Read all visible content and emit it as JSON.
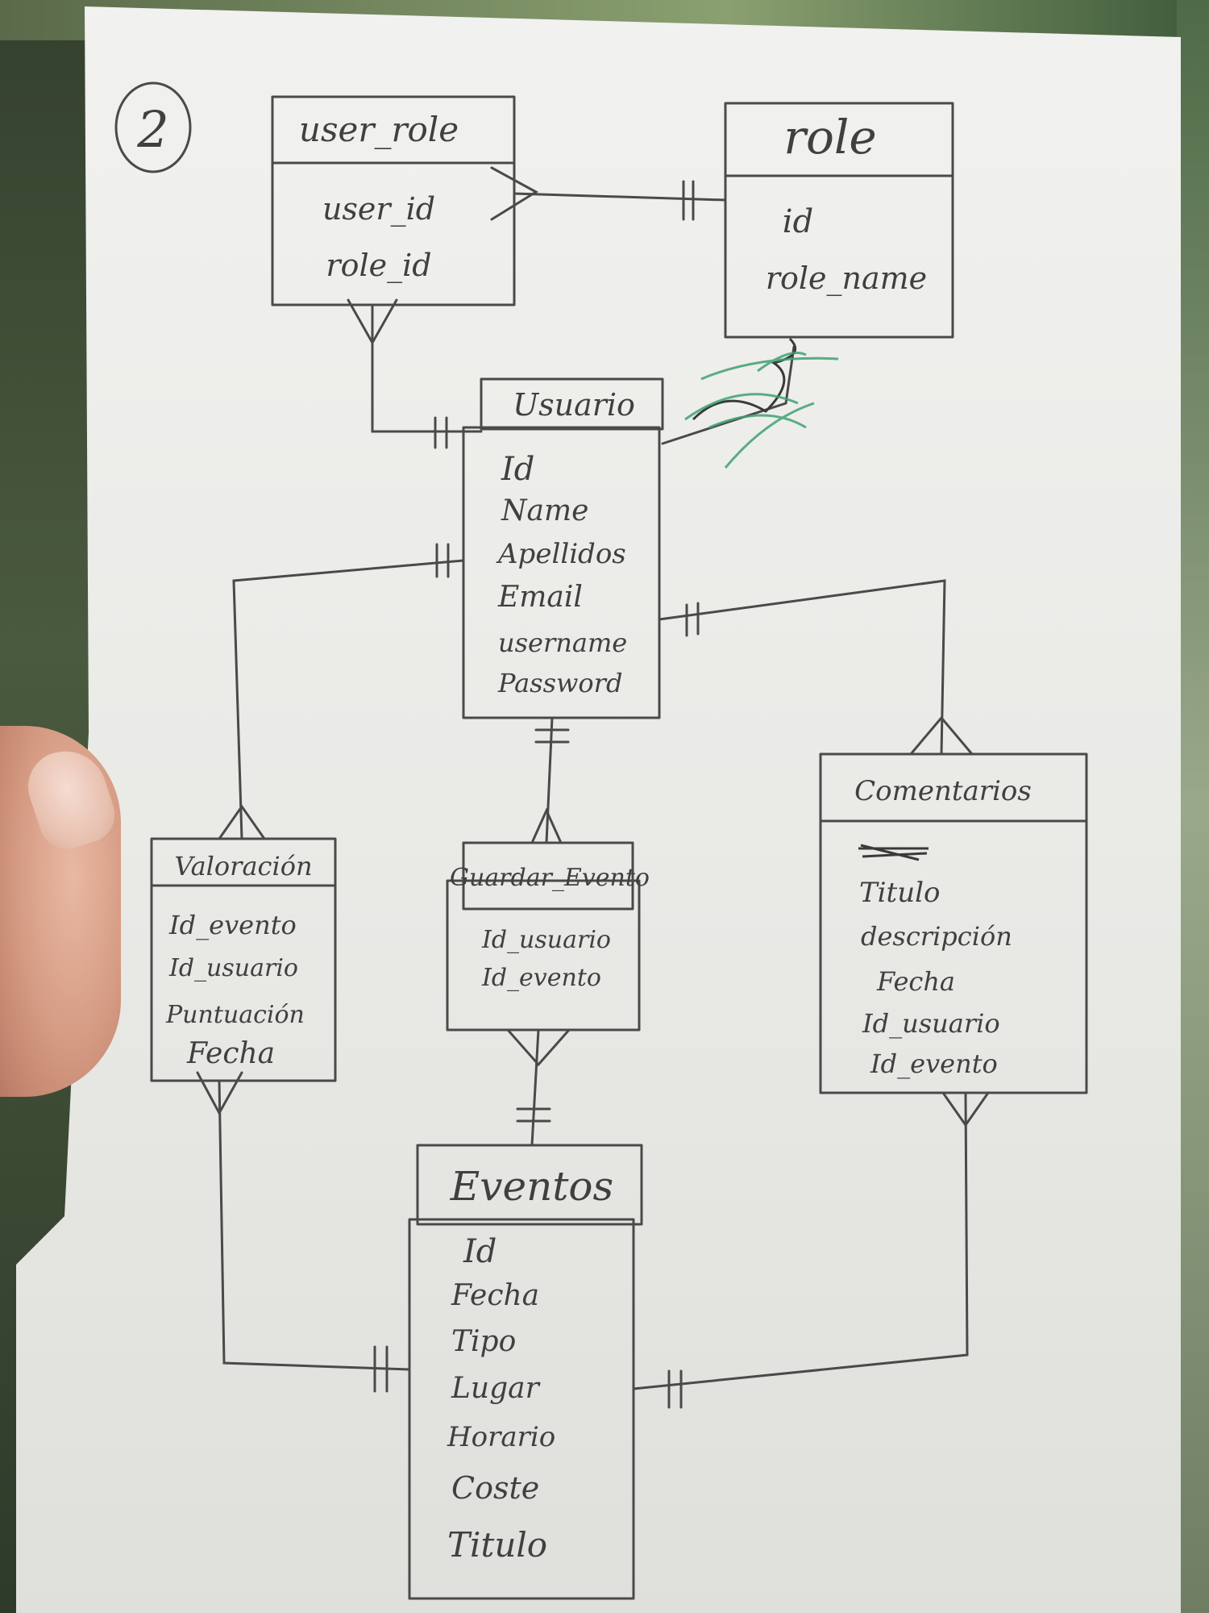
{
  "page_number": "2",
  "entities": {
    "user_role": {
      "title": "user_role",
      "attributes": [
        "user_id",
        "role_id"
      ]
    },
    "role": {
      "title": "role",
      "attributes": [
        "id",
        "role_name"
      ]
    },
    "usuario": {
      "title": "Usuario",
      "attributes": [
        "Id",
        "Name",
        "Apellidos",
        "Email",
        "username",
        "Password"
      ]
    },
    "valoracion": {
      "title": "Valoración",
      "attributes": [
        "Id_evento",
        "Id_usuario",
        "Puntuación",
        "Fecha"
      ]
    },
    "guardar_evento": {
      "title": "Guardar_Evento",
      "attributes": [
        "Id_usuario",
        "Id_evento"
      ]
    },
    "comentarios": {
      "title": "Comentarios",
      "attributes": [
        "Titulo",
        "descripción",
        "Fecha",
        "Id_usuario",
        "Id_evento"
      ]
    },
    "eventos": {
      "title": "Eventos",
      "attributes": [
        "Id",
        "Fecha",
        "Tipo",
        "Lugar",
        "Horario",
        "Coste",
        "Titulo"
      ]
    }
  },
  "colors": {
    "ink": "#4a4a4a",
    "paper": "#eeeeec",
    "scribble": "#3fa070"
  }
}
